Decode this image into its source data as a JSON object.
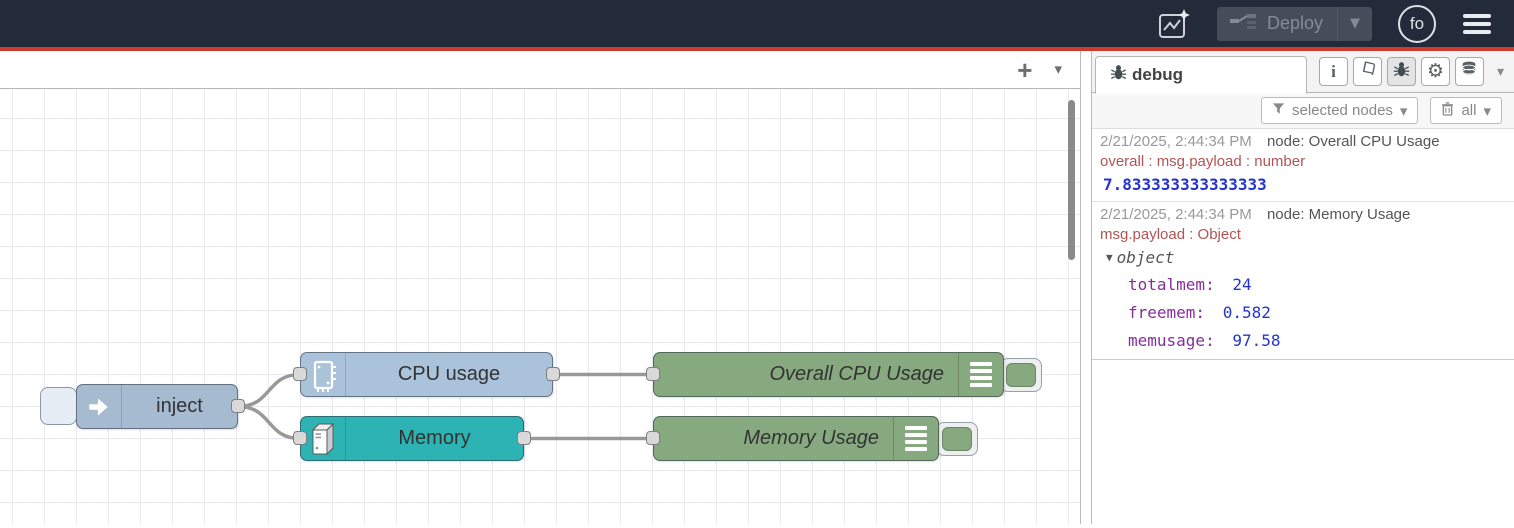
{
  "header": {
    "deploy_label": "Deploy",
    "avatar_initials": "fo"
  },
  "icons": {
    "plus": "+",
    "chevron_down": "▾",
    "caret_solid": "▼",
    "gear": "⚙",
    "info": "i",
    "tree_caret": "▼"
  },
  "canvas": {
    "nodes": {
      "inject": {
        "label": "inject",
        "color": "#a6bbcf"
      },
      "cpu": {
        "label": "CPU usage",
        "color": "#abc3da"
      },
      "memory": {
        "label": "Memory",
        "color": "#2db3b3"
      },
      "debug_cpu": {
        "label": "Overall CPU Usage",
        "color": "#87a980"
      },
      "debug_mem": {
        "label": "Memory Usage",
        "color": "#87a980"
      }
    }
  },
  "sidebar": {
    "tab_label": "debug",
    "filter_button": "selected nodes",
    "clear_button": "all",
    "messages": [
      {
        "timestamp": "2/21/2025, 2:44:34 PM",
        "node": "node: Overall CPU Usage",
        "property": "overall : msg.payload : number",
        "value": "7.833333333333333"
      },
      {
        "timestamp": "2/21/2025, 2:44:34 PM",
        "node": "node: Memory Usage",
        "property": "msg.payload : Object",
        "tree": {
          "root": "object",
          "entries": [
            {
              "key": "totalmem:",
              "value": "24"
            },
            {
              "key": "freemem:",
              "value": "0.582"
            },
            {
              "key": "memusage:",
              "value": "97.58"
            }
          ]
        }
      }
    ]
  },
  "colors": {
    "header_bg": "#232b3a",
    "accent_red": "#cd3a30",
    "wire": "#999999",
    "inject_node": "#a6bbcf",
    "cpu_node": "#abc3da",
    "memory_node": "#2db3b3",
    "debug_node": "#87a980"
  }
}
